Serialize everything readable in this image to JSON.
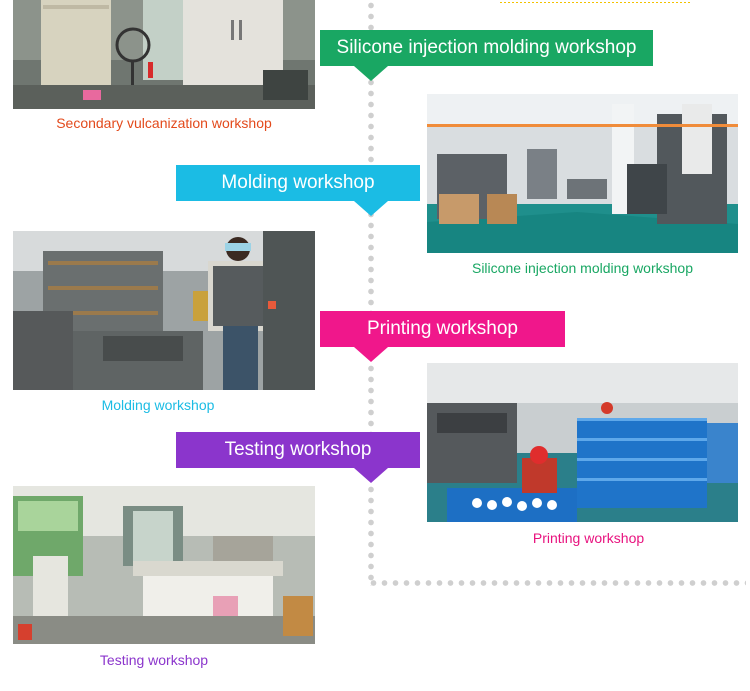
{
  "colors": {
    "green": "#19a763",
    "cyan": "#1bbce4",
    "magenta": "#f0178b",
    "purple": "#8b35cc",
    "orange_red": "#e34a1c",
    "dots": "#cfcfcf"
  },
  "top_fragment": {
    "text": "—"
  },
  "sections": {
    "secondary_vulcanization": {
      "caption": "Secondary vulcanization workshop"
    },
    "silicone_injection": {
      "banner": "Silicone injection molding workshop",
      "caption": "Silicone injection molding workshop"
    },
    "molding": {
      "banner": "Molding workshop",
      "caption": "Molding workshop"
    },
    "printing": {
      "banner": "Printing workshop",
      "caption": "Printing workshop"
    },
    "testing": {
      "banner": "Testing workshop",
      "caption": "Testing workshop"
    }
  },
  "icons": {
    "timeline": "dotted-line",
    "banner_pointer": "down-triangle"
  }
}
